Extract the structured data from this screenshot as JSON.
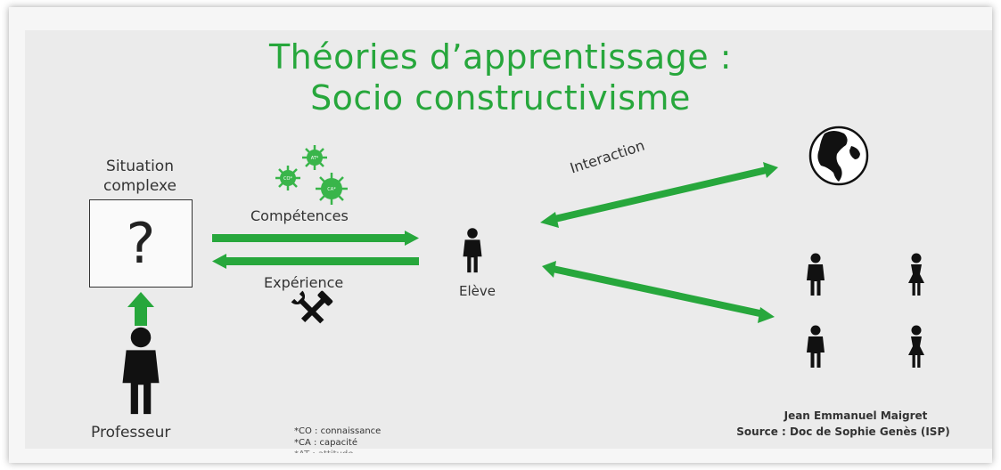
{
  "title": {
    "line1": "Théories d’apprentissage :",
    "line2": "Socio constructivisme"
  },
  "situation": {
    "label_line1": "Situation",
    "label_line2": "complexe",
    "symbol": "?"
  },
  "teacher": {
    "label": "Professeur",
    "icon": "person-icon"
  },
  "competences": {
    "label": "Compétences",
    "virus_labels": [
      "AT*",
      "CO*",
      "CA*"
    ],
    "icon": "virus-cluster-icon"
  },
  "experience": {
    "label": "Expérience",
    "icon": "tools-icon"
  },
  "student": {
    "label": "Elève",
    "icon": "person-icon"
  },
  "interaction": {
    "label": "Interaction"
  },
  "world": {
    "icon": "globe-icon"
  },
  "peers": {
    "icons": [
      "man-icon",
      "woman-icon",
      "man-icon",
      "woman-icon"
    ]
  },
  "footnotes": {
    "line1": "*CO : connaissance",
    "line2": "*CA : capacité",
    "line3": "*AT : attitude"
  },
  "credits": {
    "author": "Jean Emmanuel Maigret",
    "source": "Source : Doc de Sophie Genès (ISP)"
  },
  "colors": {
    "green": "#27a73c",
    "background": "#ebebeb",
    "text": "#333333"
  }
}
